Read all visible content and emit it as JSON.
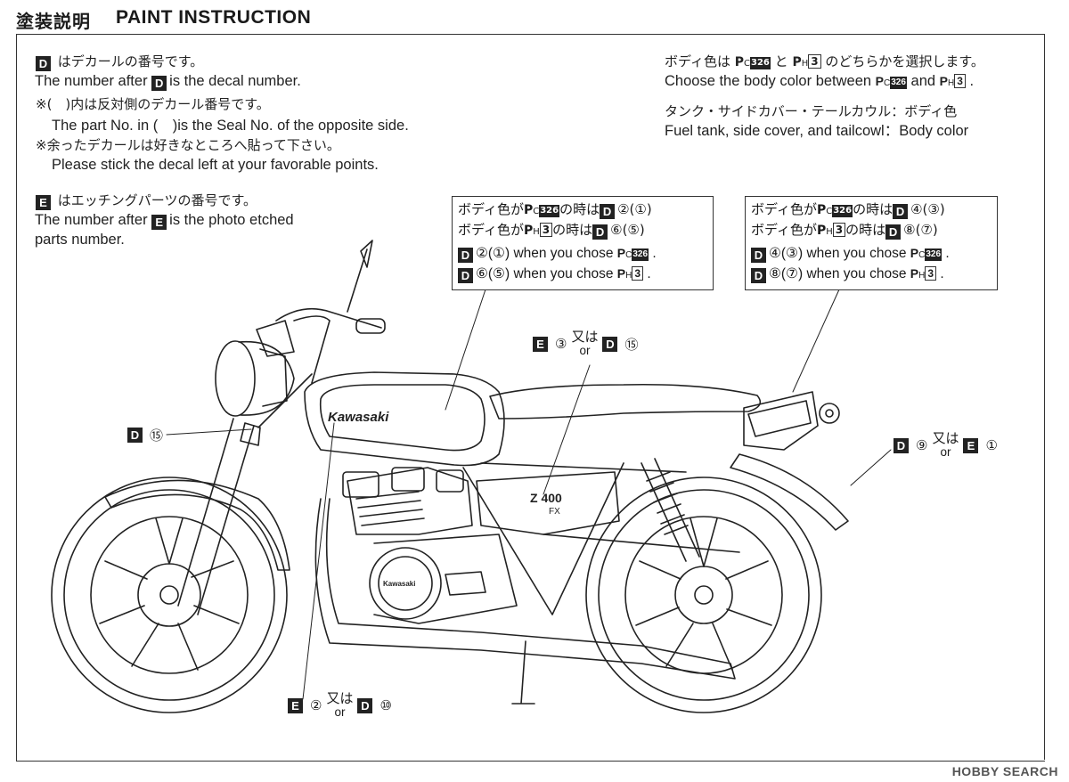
{
  "header": {
    "title_jp": "塗装説明",
    "title_en": "PAINT INSTRUCTION"
  },
  "notes_left": {
    "d_letter": "D",
    "line1_jp": "はデカールの番号です。",
    "line2_en_a": "The number after",
    "line2_en_b": "is the decal number.",
    "line3_jp": "※(　)内は反対側のデカール番号です。",
    "line4_en": "The part No. in (　)is the Seal No. of the opposite side.",
    "line5_jp": "※余ったデカールは好きなところへ貼って下さい。",
    "line6_en": "Please stick the decal left at your favorable points.",
    "e_letter": "E",
    "line7_jp": "はエッチングパーツの番号です。",
    "line8_en_a": "The number after",
    "line8_en_b": "is the photo etched",
    "line9_en": "parts number."
  },
  "notes_right": {
    "line1_jp_a": "ボディ色は",
    "line1_jp_b": "と",
    "line1_jp_c": "のどちらかを選択します。",
    "line2_en_a": "Choose the body color between",
    "line2_en_b": "and",
    "line2_en_c": ".",
    "line3_jp": "タンク・サイドカバー・テールカウル：ボディ色",
    "line4_en": "Fuel tank, side cover, and tailcowl：Body color",
    "paint_pc_letter": "P",
    "paint_pc_sub": "C",
    "paint_pc_code": "326",
    "paint_ph_letter": "P",
    "paint_ph_sub": "H",
    "paint_ph_code": "3"
  },
  "callout_tank": {
    "row1_jp_a": "ボディ色が",
    "row1_jp_b": "の時は",
    "row1_num": "②(①)",
    "row2_jp_a": "ボディ色が",
    "row2_jp_b": "の時は",
    "row2_num": "⑥(⑤)",
    "row3_num": "②(①)",
    "row3_en": "when you chose",
    "row4_num": "⑥(⑤)",
    "row4_en": "when you chose",
    "dot": "."
  },
  "callout_tail": {
    "row1_jp_a": "ボディ色が",
    "row1_jp_b": "の時は",
    "row1_num": "④(③)",
    "row2_jp_a": "ボディ色が",
    "row2_jp_b": "の時は",
    "row2_num": "⑧(⑦)",
    "row3_num": "④(③)",
    "row3_en": "when you chose",
    "row4_num": "⑧(⑦)",
    "row4_en": "when you chose",
    "dot": "."
  },
  "labels": {
    "fork": {
      "letter": "D",
      "num": "⑮"
    },
    "sidecover": {
      "e_num": "③",
      "or_jp": "又は",
      "or_en": "or",
      "d_num": "⑮"
    },
    "tailcowl": {
      "d_num": "⑨",
      "or_jp": "又は",
      "or_en": "or",
      "e_num": "①"
    },
    "tank_emblem": {
      "e_num": "②",
      "or_jp": "又は",
      "or_en": "or",
      "d_num": "⑩"
    }
  },
  "bike_text": {
    "tank_brand": "Kawasaki",
    "side_model": "Z 400",
    "side_sub": "FX",
    "engine_badge": "Kawasaki"
  },
  "watermark": "HOBBY SEARCH"
}
